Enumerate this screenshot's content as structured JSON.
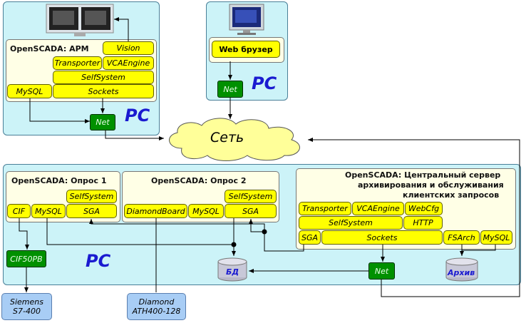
{
  "pc_label": "PC",
  "network": "Сеть",
  "net_label": "Net",
  "arm": {
    "title": "OpenSCADA: АРМ",
    "modules": {
      "vision": "Vision",
      "transporter": "Transporter",
      "vcaengine": "VCAEngine",
      "selfsystem": "SelfSystem",
      "mysql": "MySQL",
      "sockets": "Sockets"
    }
  },
  "web": {
    "browser": "Web брузер"
  },
  "poll1": {
    "title": "OpenSCADA: Опрос 1",
    "modules": {
      "selfsystem": "SelfSystem",
      "cif": "CIF",
      "mysql": "MySQL",
      "sga": "SGA"
    }
  },
  "poll2": {
    "title": "OpenSCADA: Опрос 2",
    "modules": {
      "selfsystem": "SelfSystem",
      "diamond": "DiamondBoard",
      "mysql": "MySQL",
      "sga": "SGA"
    }
  },
  "server": {
    "title_line1": "OpenSCADA: Центральный сервер",
    "title_line2": "архивирования и обслуживания",
    "title_line3": "клиентских запросов",
    "modules": {
      "transporter": "Transporter",
      "vcaengine": "VCAEngine",
      "webcfg": "WebCfg",
      "selfsystem": "SelfSystem",
      "http": "HTTP",
      "sga": "SGA",
      "sockets": "Sockets",
      "fsarch": "FSArch",
      "mysql": "MySQL"
    }
  },
  "cif50": "CIF50PB",
  "db": "БД",
  "archive": "Архив",
  "siemens": {
    "line1": "Siemens",
    "line2": "S7-400"
  },
  "diamond_dev": {
    "line1": "Diamond",
    "line2": "ATH400-128"
  }
}
